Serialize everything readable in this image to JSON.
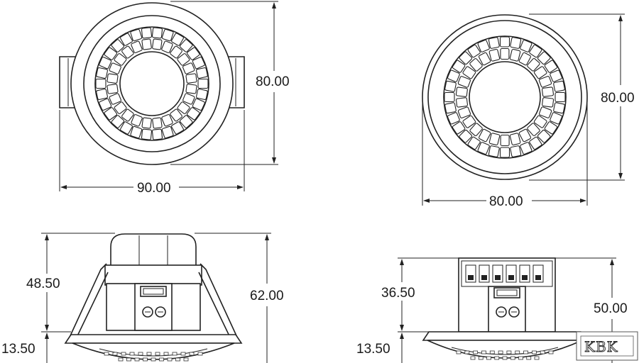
{
  "dimensions": {
    "top_left_height": "80.00",
    "top_left_width": "90.00",
    "top_right_height": "80.00",
    "top_right_width": "80.00",
    "bottom_left_upper": "48.50",
    "bottom_left_total": "62.00",
    "bottom_left_lower": "13.50",
    "bottom_right_upper": "36.50",
    "bottom_right_total": "50.00",
    "bottom_right_lower": "13.50"
  },
  "logo": {
    "text": "KBK"
  }
}
